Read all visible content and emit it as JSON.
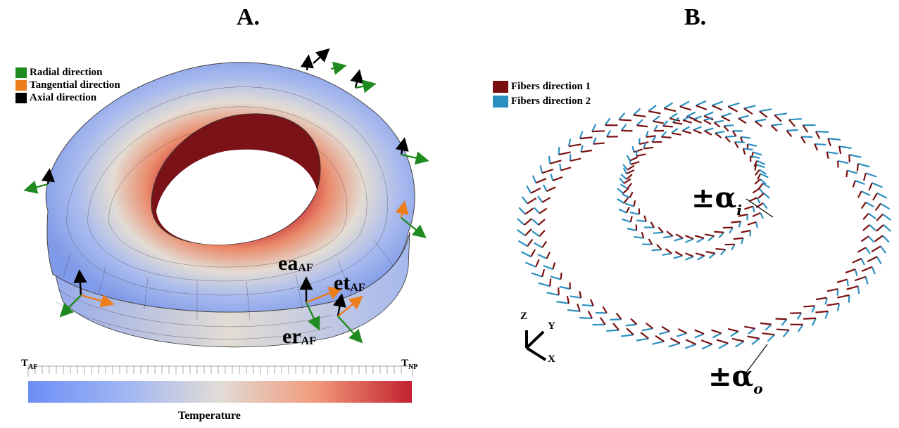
{
  "panel_a": {
    "title": "A.",
    "legend": [
      {
        "label": "Radial direction",
        "color": "#1f8a1f"
      },
      {
        "label": "Tangential direction",
        "color": "#ee7d1c"
      },
      {
        "label": "Axial direction",
        "color": "#000000"
      }
    ],
    "vector_labels": {
      "axial": {
        "main": "ea",
        "sub": "AF"
      },
      "tangential": {
        "main": "et",
        "sub": "AF"
      },
      "radial": {
        "main": "er",
        "sub": "AF"
      }
    },
    "scale": {
      "min_label": {
        "main": "T",
        "sub": "AF"
      },
      "max_label": {
        "main": "T",
        "sub": "NP"
      },
      "title": "Temperature"
    }
  },
  "panel_b": {
    "title": "B.",
    "legend": [
      {
        "label": "Fibers direction 1",
        "color": "#7a0f0f"
      },
      {
        "label": "Fibers direction 2",
        "color": "#2a8fc0"
      }
    ],
    "angle_labels": {
      "inner": {
        "prefix": "±α",
        "sub": "i"
      },
      "outer": {
        "prefix": "±α",
        "sub": "o"
      }
    },
    "axes": {
      "z": "Z",
      "y": "Y",
      "x": "X"
    }
  }
}
